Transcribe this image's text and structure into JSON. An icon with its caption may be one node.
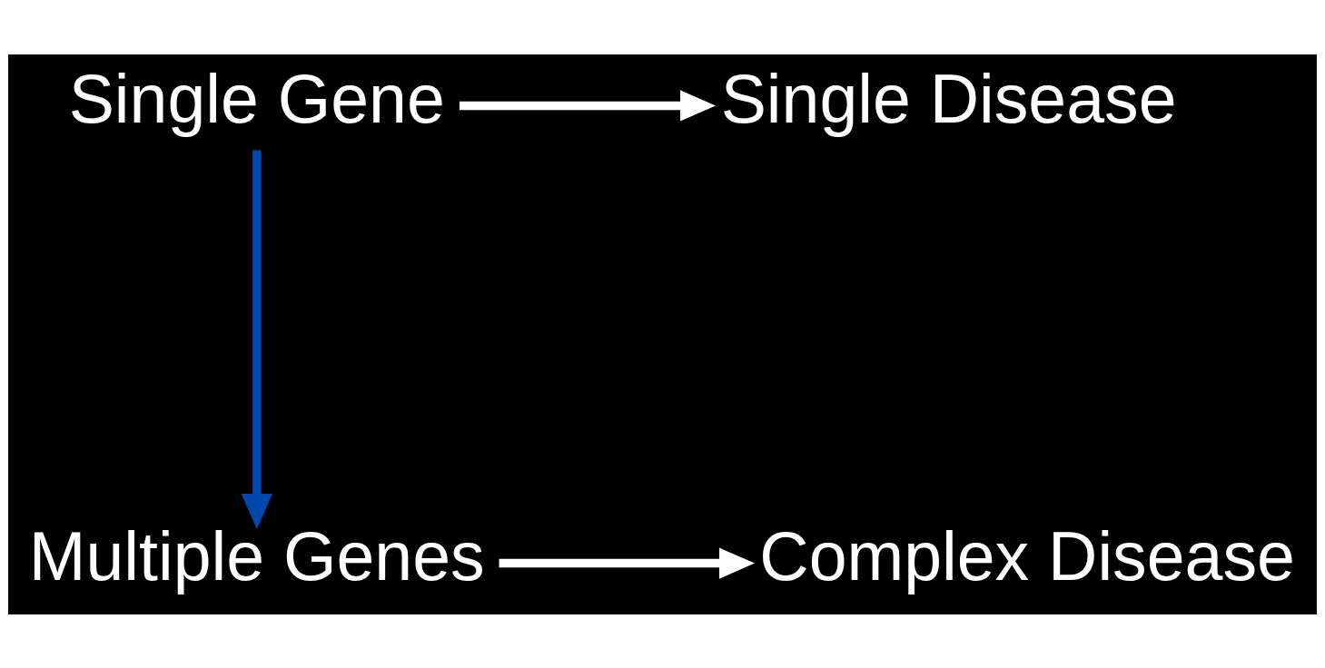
{
  "diagram": {
    "nodes": [
      {
        "text": [
          "Single Gene"
        ]
      },
      {
        "text": [
          "Single Disease"
        ]
      },
      {
        "text": [
          "Multiple Genes"
        ]
      },
      {
        "text": [
          "Complex Disease"
        ]
      }
    ],
    "edges": [
      {
        "from": 0,
        "to": 1,
        "arrow": "to"
      },
      {
        "from": 0,
        "to": 2,
        "arrow": "to",
        "color": "#0047ab"
      },
      {
        "from": 2,
        "to": 3,
        "arrow": "to"
      }
    ]
  }
}
